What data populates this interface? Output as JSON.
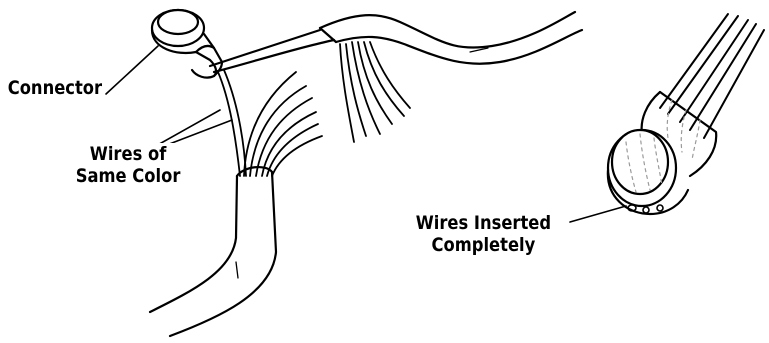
{
  "labels": {
    "connector": "Connector",
    "wires_same_color": [
      "Wires of",
      "Same Color"
    ],
    "wires_inserted": [
      "Wires Inserted",
      "Completely"
    ]
  },
  "colors": {
    "ink": "#000000",
    "background": "#ffffff",
    "shading": "#9a9a9a"
  }
}
